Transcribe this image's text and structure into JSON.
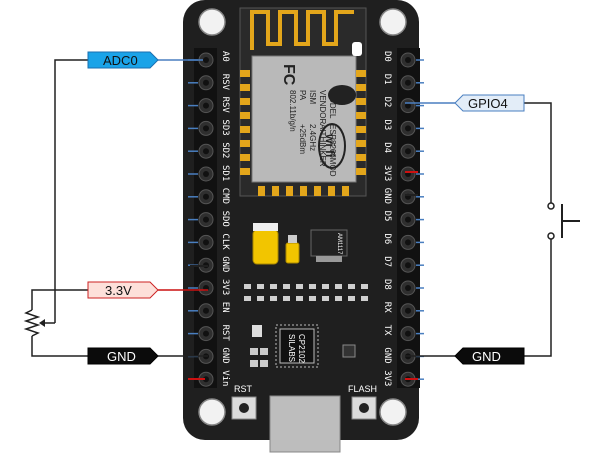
{
  "colors": {
    "board": "#1f1f1f",
    "pcb_edge": "#2b2b2b",
    "gold": "#e3a61b",
    "adc_tag_fill": "#1aa3e8",
    "adc_tag_stroke": "#1a6fb0",
    "gpio_tag_fill": "#e3edf8",
    "gpio_tag_stroke": "#4a7fc0",
    "v33_tag_fill": "#fde0da",
    "v33_tag_stroke": "#cc2222",
    "gnd_tag_fill": "#0b0b0b",
    "wire_dark": "#202020",
    "wire_blue": "#4a7fc0",
    "wire_red": "#cc1111"
  },
  "tags": {
    "adc0": "ADC0",
    "gpio4": "GPIO4",
    "v33": "3.3V",
    "gnd_left": "GND",
    "gnd_right": "GND"
  },
  "pins_left": [
    "A0",
    "RSV",
    "RSV",
    "SD3",
    "SD2",
    "SD1",
    "CMD",
    "SDO",
    "CLK",
    "GND",
    "3V3",
    "EN",
    "RST",
    "GND",
    "Vin"
  ],
  "pins_right": [
    "D0",
    "D1",
    "D2",
    "D3",
    "D4",
    "3V3",
    "GND",
    "D5",
    "D6",
    "D7",
    "D8",
    "RX",
    "TX",
    "GND",
    "3V3"
  ],
  "module": {
    "fc_mark": "FC",
    "model_lines": [
      "MODEL",
      "VENDOR",
      "ISM",
      "PA"
    ],
    "model_values": [
      "ESP8266MOD",
      "AITHINKER",
      "2.4GHz",
      "+25dBm"
    ],
    "standard": "802.11b/g/n",
    "wifi_logo": "wi fi"
  },
  "regulator": "AM1117",
  "usb_chip": {
    "brand": "SILABS",
    "part": "CP2102"
  },
  "buttons": {
    "rst": "RST",
    "flash": "FLASH"
  }
}
